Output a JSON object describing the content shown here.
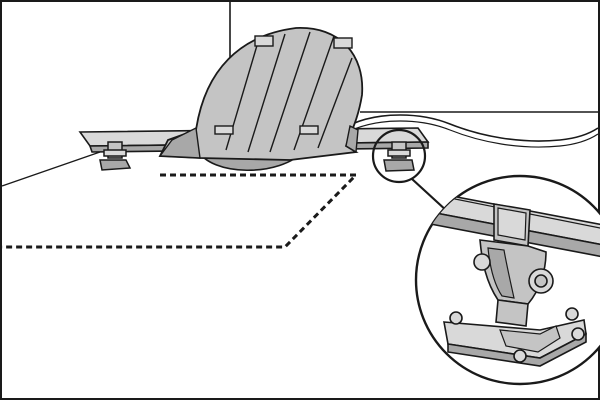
{
  "figure": {
    "kind": "line-art technical illustration",
    "parts": [
      "cabinet-corner",
      "rail",
      "cover-plate",
      "fan-disc",
      "foot-left",
      "foot-right",
      "cable",
      "floor-outline",
      "detail-circle",
      "detail-bracket"
    ]
  },
  "colors": {
    "background": "#ffffff",
    "ink": "#1a1a1a",
    "fill_light": "#d9d9d9",
    "fill_mid": "#c4c4c4",
    "fill_dark": "#a8a8a8"
  }
}
